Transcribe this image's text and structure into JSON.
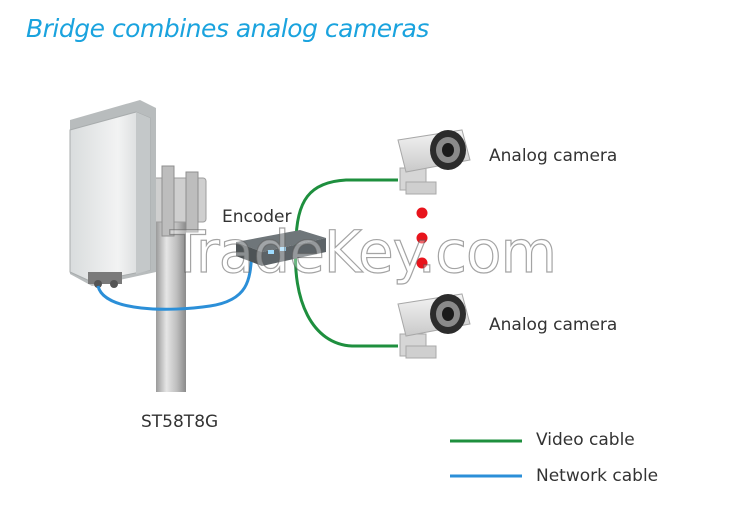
{
  "title": "Bridge combines analog cameras",
  "labels": {
    "encoder": "Encoder",
    "camera_top": "Analog camera",
    "camera_bottom": "Analog camera",
    "bridge_model": "ST58T8G"
  },
  "legend": {
    "video": {
      "label": "Video cable",
      "color": "#1e8f3e"
    },
    "network": {
      "label": "Network cable",
      "color": "#2b8fd8"
    }
  },
  "watermark": "TradeKey.com",
  "colors": {
    "title": "#1aa3de",
    "dots": "#e8141c"
  }
}
